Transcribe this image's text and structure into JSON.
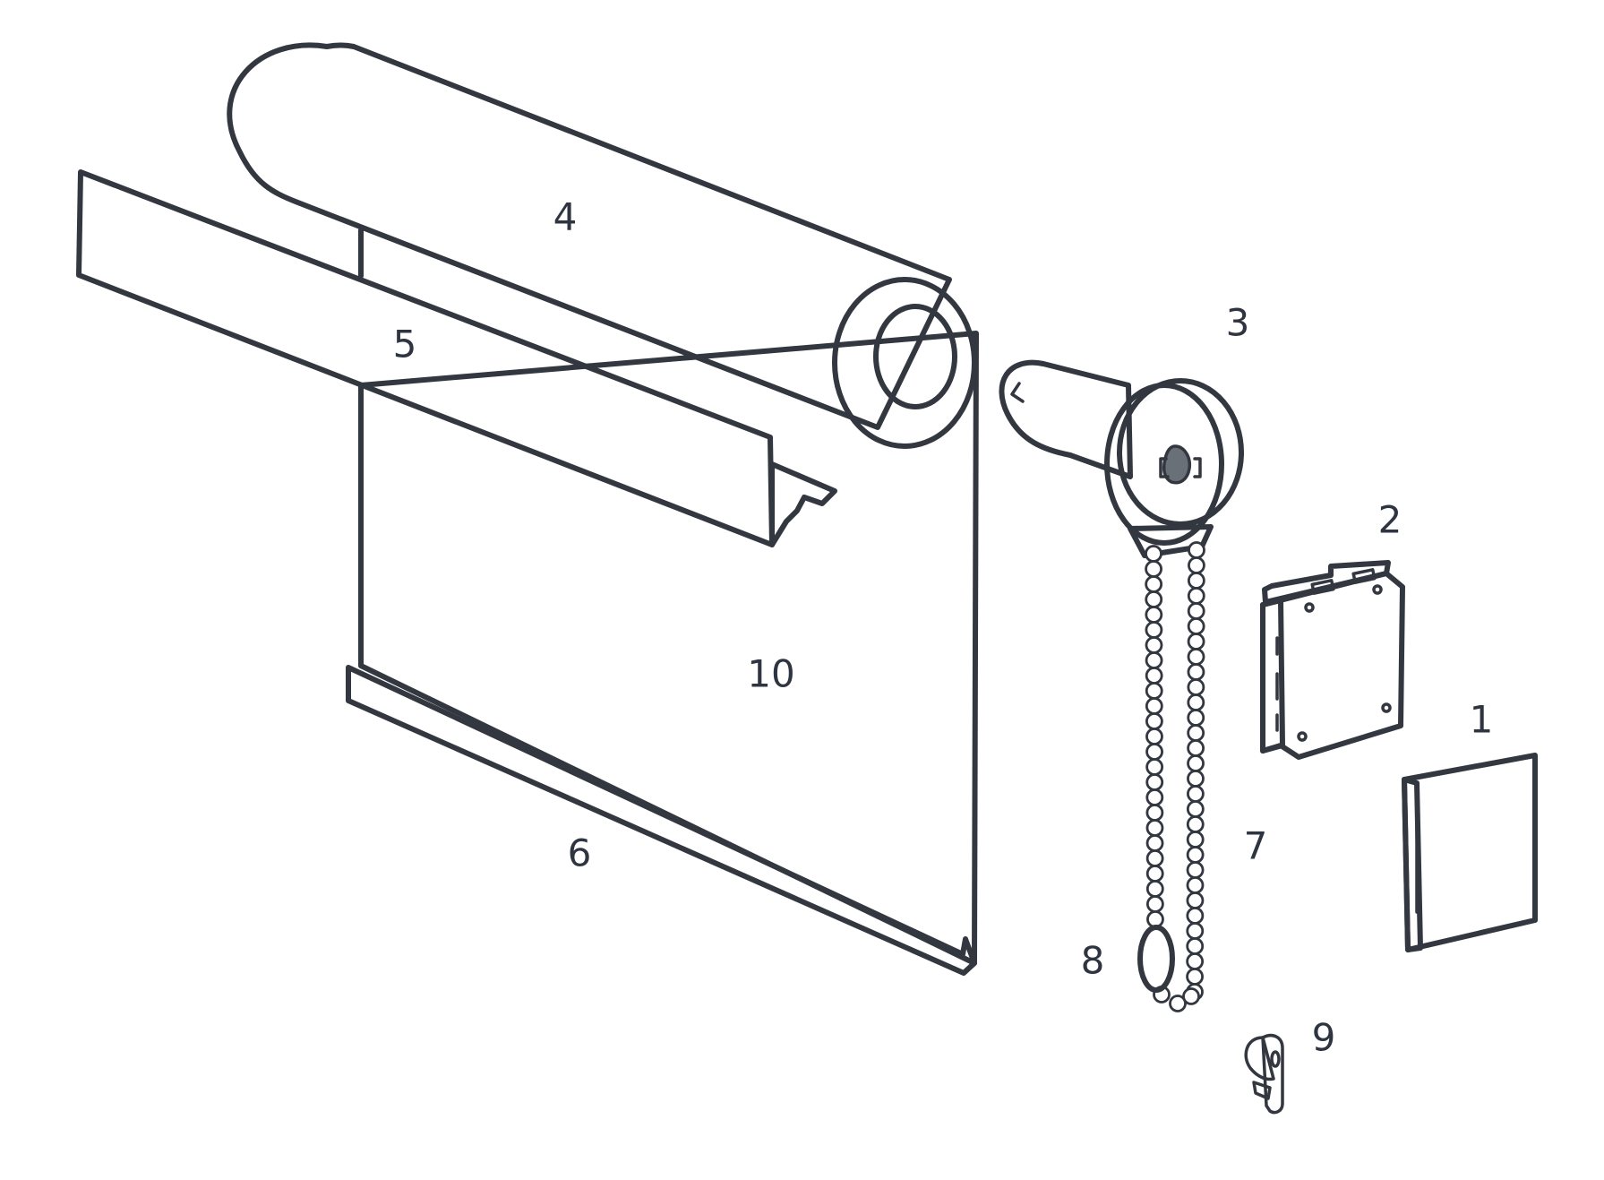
{
  "colors": {
    "outline": "#33373f",
    "light_fill": "#d6d7db",
    "dark_fill": "#6a7078",
    "darkest_fill": "#363a42",
    "background": "#ffffff"
  },
  "callouts": {
    "part_1": "1",
    "part_2": "2",
    "part_3": "3",
    "part_4": "4",
    "part_5": "5",
    "part_6": "6",
    "part_7": "7",
    "part_8": "8",
    "part_9": "9",
    "part_10": "10"
  }
}
